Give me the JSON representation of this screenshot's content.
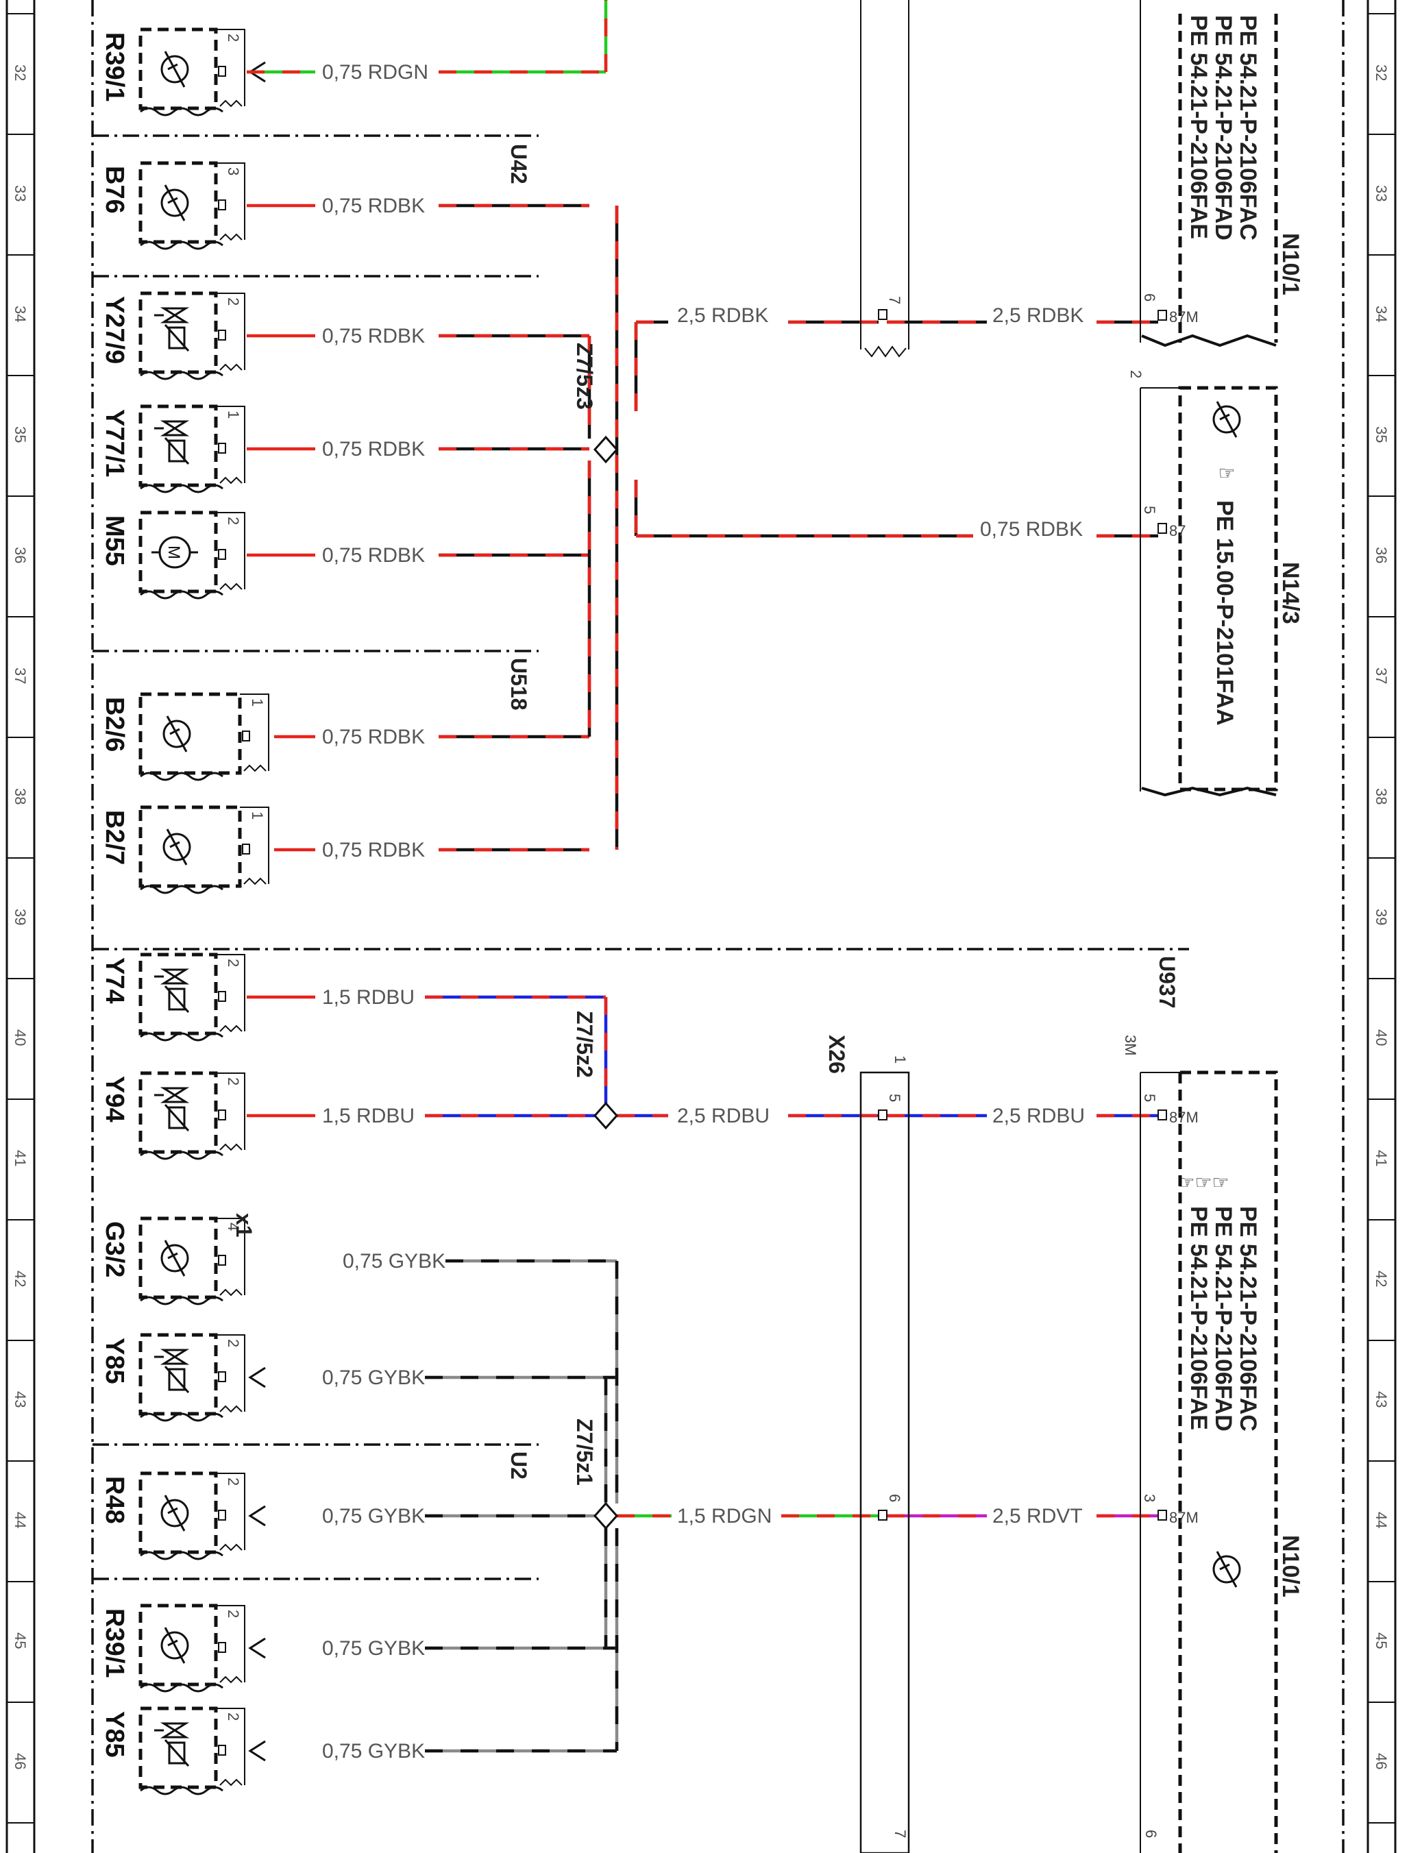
{
  "colors": {
    "RD": "#e8231c",
    "BK": "#111111",
    "BU": "#1a24e0",
    "GN": "#22cc22",
    "GY": "#8a8a8a",
    "VT": "#c51cc5"
  },
  "grid_rows": [
    "32",
    "33",
    "34",
    "35",
    "36",
    "37",
    "38",
    "39",
    "40",
    "41",
    "42",
    "43",
    "44",
    "45",
    "46"
  ],
  "harness_labels": [
    "U42",
    "U518",
    "U937",
    "U2"
  ],
  "splices": [
    "Z7/5z3",
    "Z7/5z2",
    "Z7/5z1"
  ],
  "connector_x26": {
    "name": "X26",
    "pin_top": "1",
    "pin_bottom": "7"
  },
  "components": [
    {
      "name": "R39/1",
      "pin": "2",
      "wire": "0,75 RDGN",
      "type": "sensor",
      "ground_arrow": true
    },
    {
      "name": "B76",
      "pin": "3",
      "wire": "0,75 RDBK",
      "type": "sensor",
      "ground_arrow": false
    },
    {
      "name": "Y27/9",
      "pin": "2",
      "wire": "0,75 RDBK",
      "type": "valve",
      "ground_arrow": false
    },
    {
      "name": "Y77/1",
      "pin": "1",
      "wire": "0,75 RDBK",
      "type": "valve",
      "ground_arrow": false
    },
    {
      "name": "M55",
      "pin": "2",
      "wire": "0,75 RDBK",
      "type": "motor",
      "ground_arrow": false
    },
    {
      "name": "B2/6",
      "pin": "1",
      "wire": "0,75 RDBK",
      "type": "sensor-box",
      "ground_arrow": false
    },
    {
      "name": "B2/7",
      "pin": "1",
      "wire": "0,75 RDBK",
      "type": "sensor-box",
      "ground_arrow": false
    },
    {
      "name": "Y74",
      "pin": "2",
      "wire": "1,5 RDBU",
      "type": "valve",
      "ground_arrow": false
    },
    {
      "name": "Y94",
      "pin": "2",
      "wire": "1,5 RDBU",
      "type": "valve",
      "ground_arrow": false
    },
    {
      "name": "G3/2",
      "pin": "4",
      "wire": "0,75 GYBK",
      "type": "sensor",
      "ground_arrow": false,
      "extra_label": "x1"
    },
    {
      "name": "Y85",
      "pin": "2",
      "wire": "0,75 GYBK",
      "type": "valve",
      "ground_arrow": true
    },
    {
      "name": "R48",
      "pin": "2",
      "wire": "0,75 GYBK",
      "type": "sensor",
      "ground_arrow": true
    },
    {
      "name": "R39/1",
      "pin": "2",
      "wire": "0,75 GYBK",
      "type": "sensor",
      "ground_arrow": true
    },
    {
      "name": "Y85",
      "pin": "2",
      "wire": "0,75 GYBK",
      "type": "valve",
      "ground_arrow": true
    }
  ],
  "trunk_wires": [
    {
      "label_left": "2,5 RDBK",
      "x26_pin": "7",
      "label_right": "2,5 RDBK",
      "module_pin": "6",
      "terminal": "87M"
    },
    {
      "label_right": "0,75 RDBK",
      "module_pin": "5",
      "terminal": "87"
    },
    {
      "label_left": "2,5 RDBU",
      "x26_pin": "5",
      "label_right": "2,5 RDBU",
      "module_pin": "5",
      "terminal": "87M"
    },
    {
      "label_left": "1,5 RDGN",
      "x26_pin": "6",
      "label_right": "2,5 RDVT",
      "module_pin": "3",
      "terminal": "87M"
    }
  ],
  "modules": [
    {
      "name": "N10/1",
      "refs": [
        "PE 54.21-P-2106FAC",
        "PE 54.21-P-2106FAD",
        "PE 54.21-P-2106FAE"
      ]
    },
    {
      "name": "N14/3",
      "corner_pin": "2",
      "refs": [
        "PE 15.00-P-2101FAA"
      ]
    },
    {
      "name": "N10/1",
      "corner_pin": "3M",
      "bottom_pin": "6",
      "refs": [
        "PE 54.21-P-2106FAC",
        "PE 54.21-P-2106FAD",
        "PE 54.21-P-2106FAE"
      ]
    }
  ]
}
